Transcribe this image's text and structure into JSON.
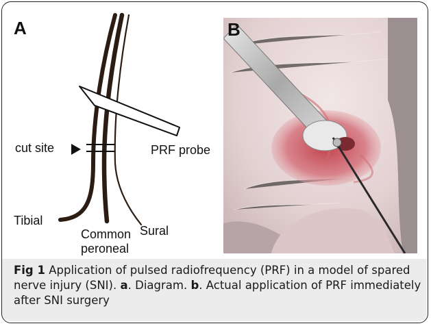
{
  "panel_a": {
    "letter": "A",
    "labels": {
      "cut_site": "cut site",
      "prf_probe": "PRF probe",
      "tibial": "Tibial",
      "common_1": "Common",
      "common_2": "peroneal",
      "sural": "Sural"
    }
  },
  "panel_b": {
    "letter": "B"
  },
  "caption": {
    "fig_label": "Fig 1",
    "text_1": " Application of pulsed radiofrequency (PRF) in a model of spared nerve injury (SNI). ",
    "a": "a",
    "text_2": ". Diagram. ",
    "b": "b",
    "text_3": ". Actual application of PRF immediately after SNI surgery"
  },
  "colors": {
    "nerve": "#2b1d14",
    "caption_bg": "#ececec"
  }
}
